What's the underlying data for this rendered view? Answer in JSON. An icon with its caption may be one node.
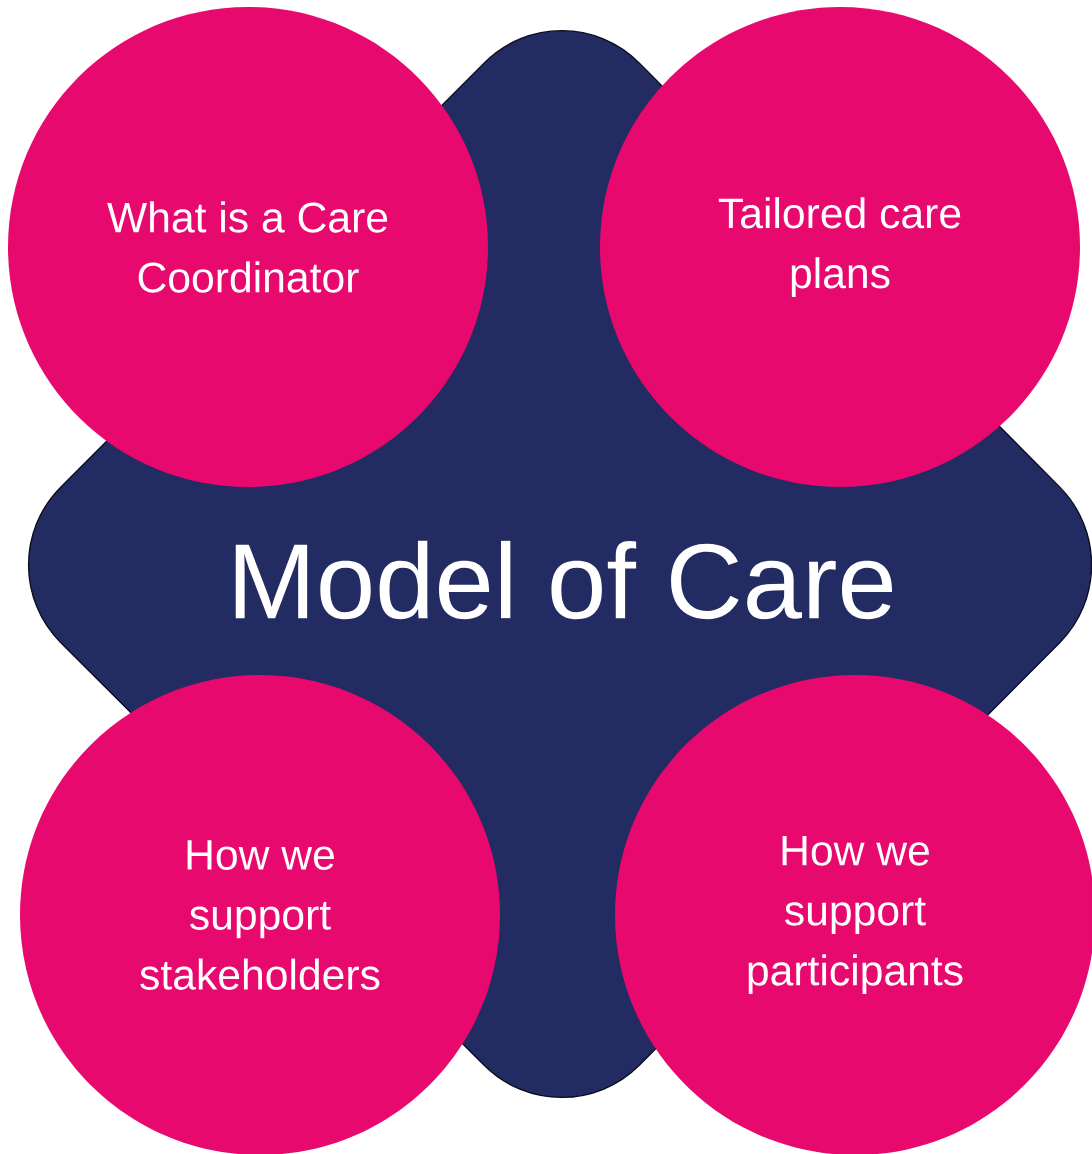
{
  "diagram": {
    "nodes": [
      {
        "text": [
          "Model of Care"
        ]
      },
      {
        "text": [
          "What is a Care Coordinator"
        ]
      },
      {
        "text": [
          "Tailored care plans"
        ]
      },
      {
        "text": [
          "How we support stakeholders"
        ]
      },
      {
        "text": [
          "How we support participants"
        ]
      }
    ]
  }
}
